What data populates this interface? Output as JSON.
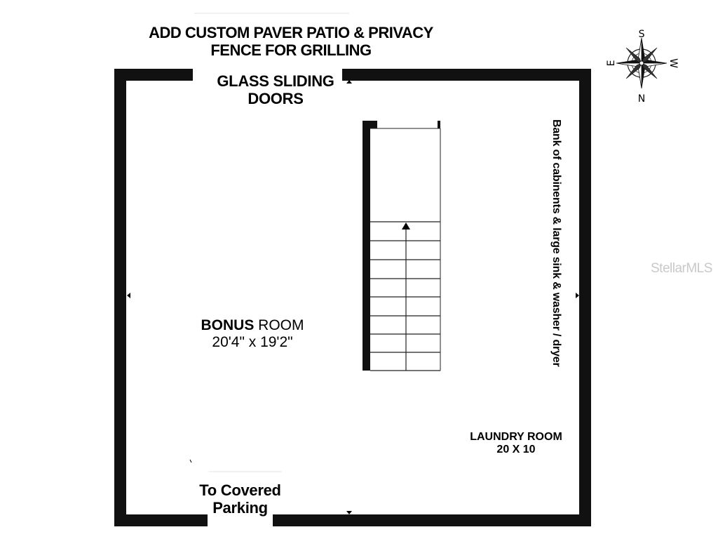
{
  "labels": {
    "patio_line1": "ADD  CUSTOM PAVER PATIO & PRIVACY",
    "patio_line2": "FENCE FOR GRILLING",
    "doors_line1": "GLASS SLIDING",
    "doors_line2": "DOORS",
    "bonus_word1": "BONUS",
    "bonus_word2": "ROOM",
    "bonus_dims": "20'4\" x 19'2\"",
    "laundry_name": "LAUNDRY ROOM",
    "laundry_dims": "20 X 10",
    "parking_line1": "To Covered",
    "parking_line2": "Parking",
    "cabinets_note": "Bank of cabinents & large sink & washer / dryer"
  },
  "compass": {
    "top": "S",
    "bottom": "N",
    "left": "E",
    "right": "W"
  },
  "watermark": "StellarMLS"
}
